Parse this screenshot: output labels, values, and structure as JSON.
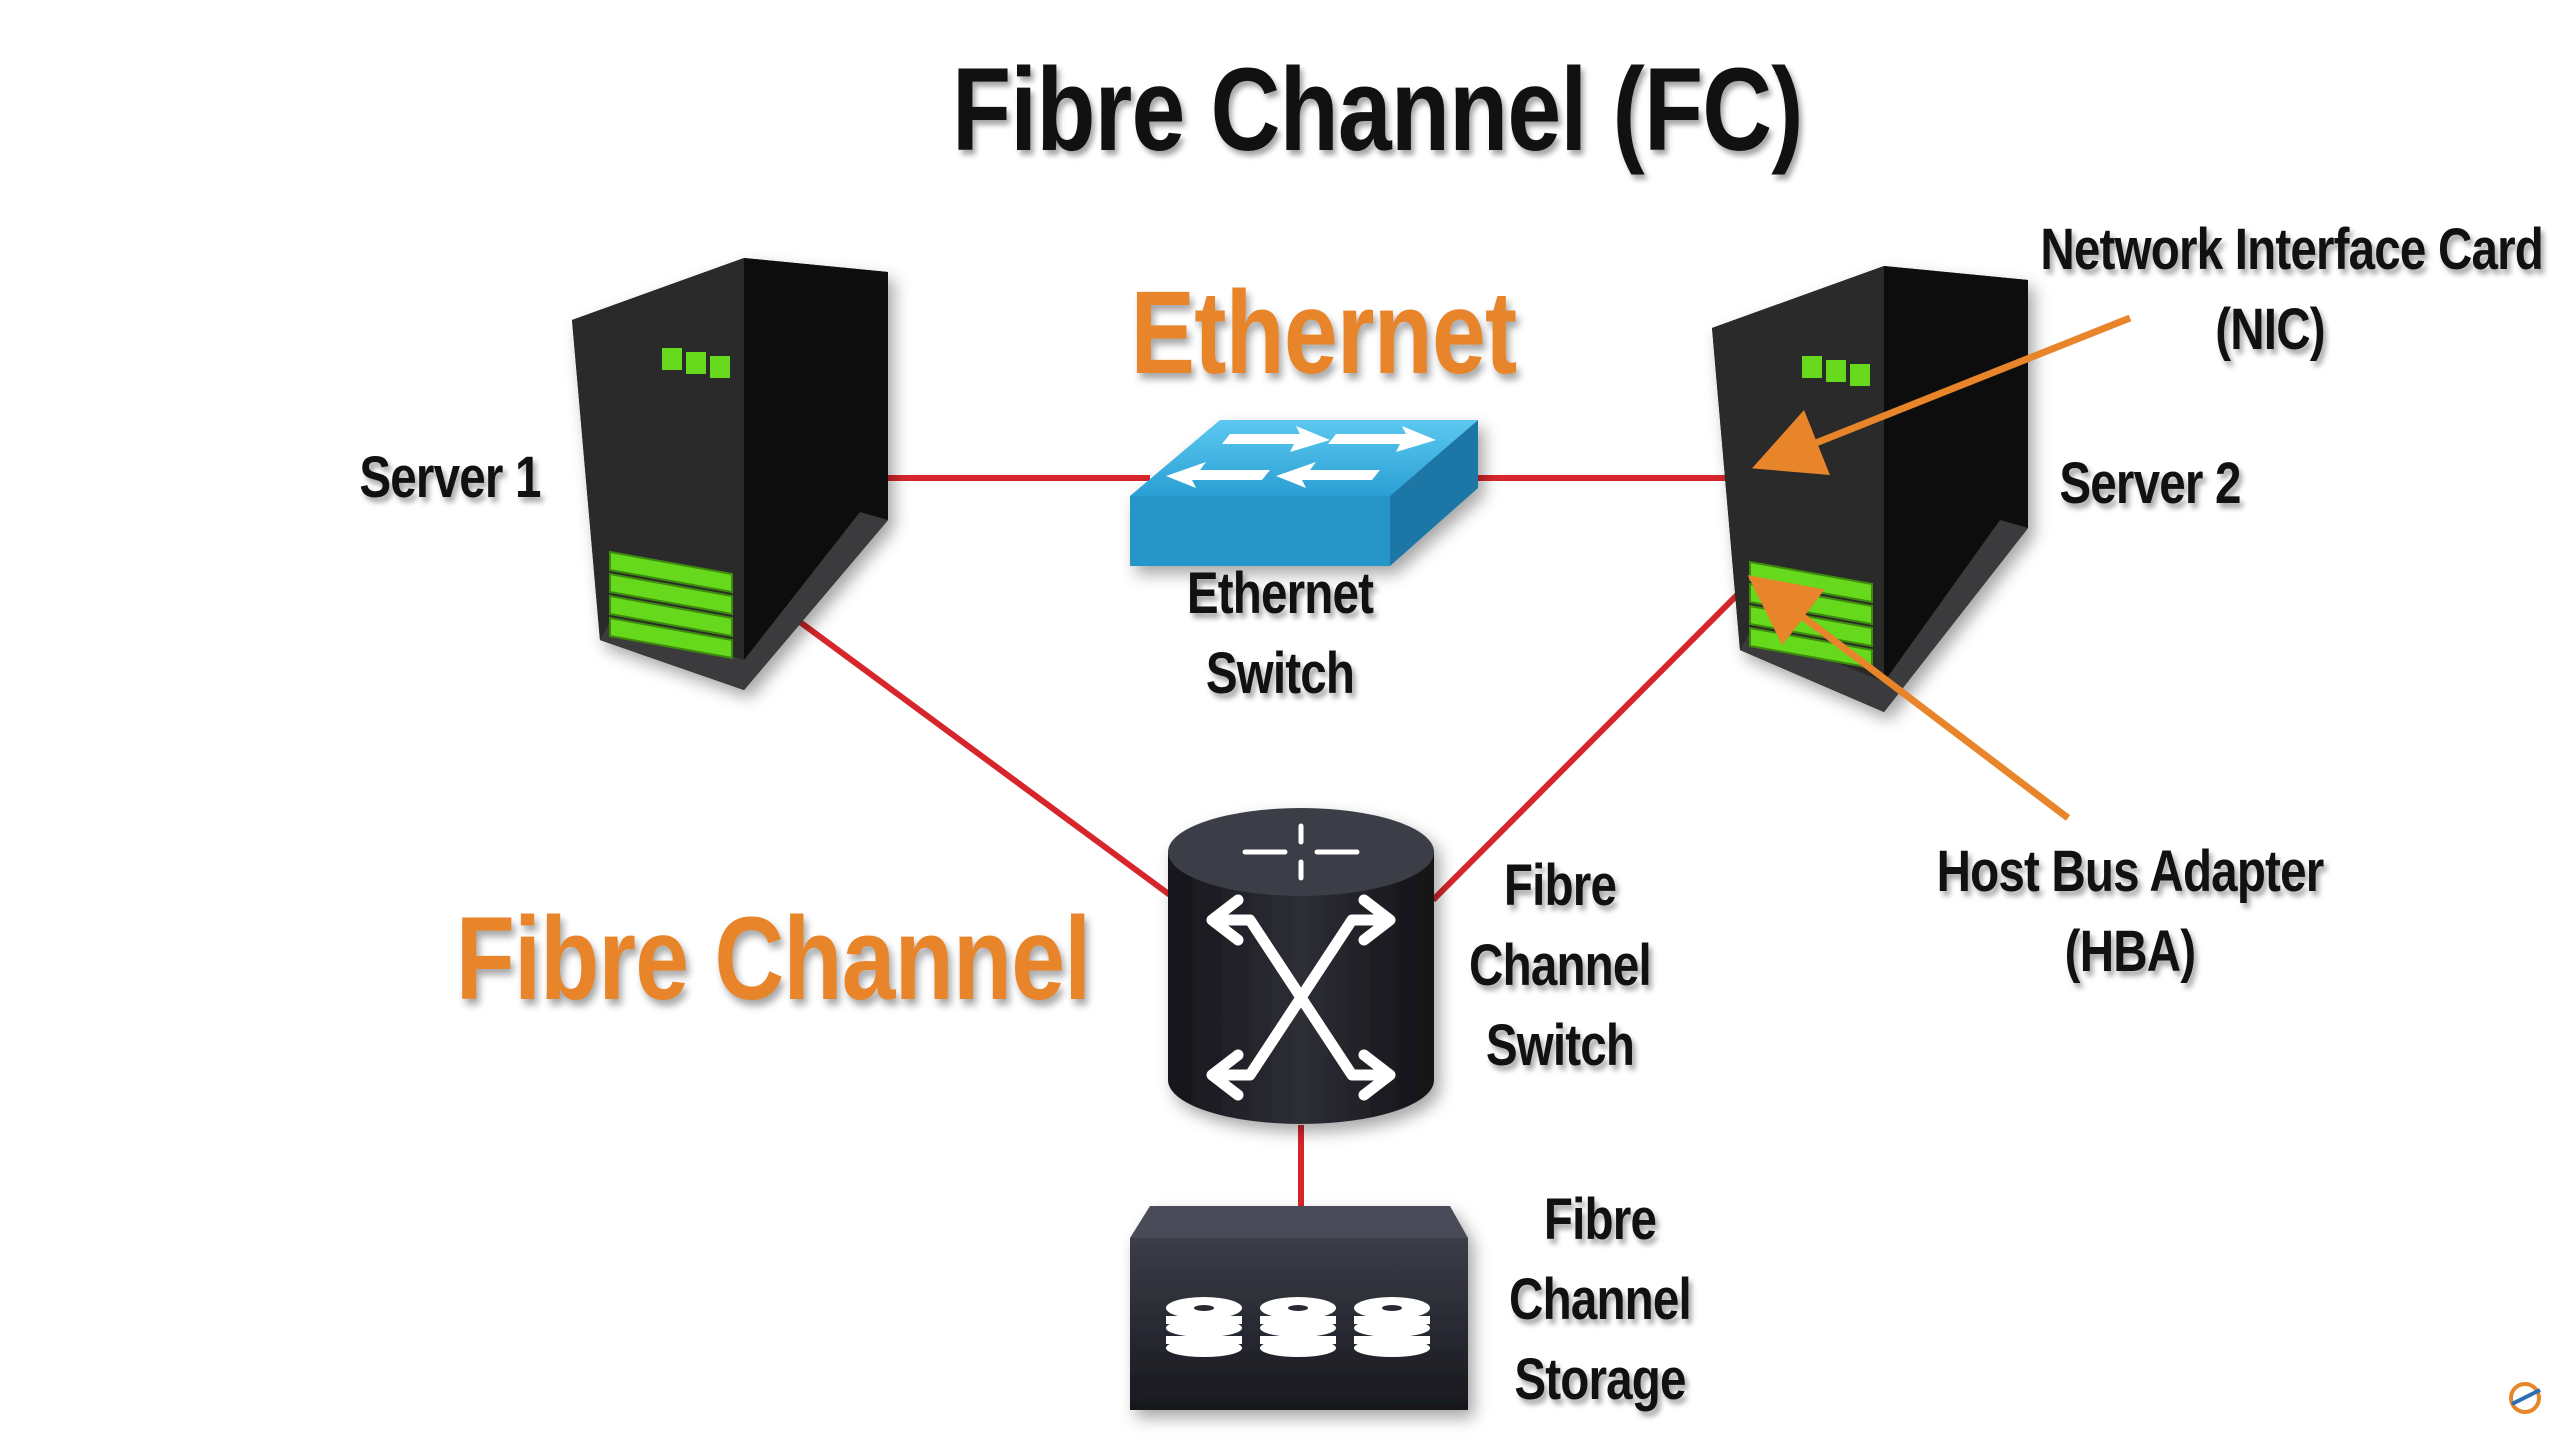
{
  "title": "Fibre Channel (FC)",
  "colors": {
    "link": "#d7262b",
    "accent": "#e8852a",
    "switch_blue": "#29a3d6",
    "device_dark": "#1d1d1f",
    "led_green": "#66d91c"
  },
  "labels": {
    "ethernet_heading": "Ethernet",
    "fibre_channel_heading": "Fibre Channel",
    "server1": "Server 1",
    "server2": "Server 2",
    "ethernet_switch_line1": "Ethernet",
    "ethernet_switch_line2": "Switch",
    "fc_switch_line1": "Fibre",
    "fc_switch_line2": "Channel",
    "fc_switch_line3": "Switch",
    "fc_storage_line1": "Fibre",
    "fc_storage_line2": "Channel",
    "fc_storage_line3": "Storage",
    "nic_line1": "Network Interface Card",
    "nic_line2": "(NIC)",
    "hba_line1": "Host Bus Adapter",
    "hba_line2": "(HBA)"
  },
  "icons": {
    "server": "server-tower-icon",
    "ethernet_switch": "ethernet-switch-icon",
    "fc_switch": "fibre-channel-switch-icon",
    "fc_storage": "fibre-channel-storage-icon",
    "brand": "brand-logo-icon"
  }
}
